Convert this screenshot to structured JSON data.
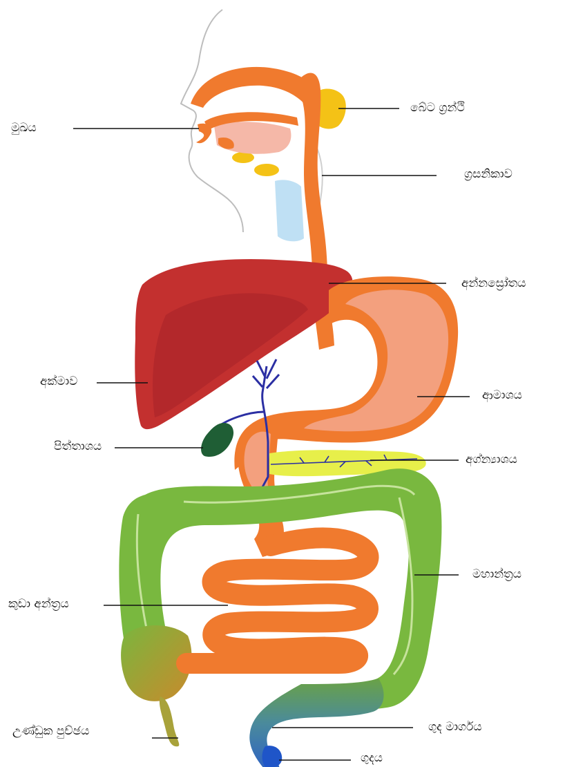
{
  "labels": {
    "salivary_glands": "බේට ග්‍රන්ථි",
    "mouth": "මුඛය",
    "pharynx": "ග්‍රසනිකාව",
    "esophagus": "අන්නස්‍රෝතය",
    "liver": "අක්මාව",
    "stomach": "ආමාශය",
    "gallbladder": "පිත්තාශය",
    "pancreas": "අග්න්‍යාශය",
    "large_intestine": "මහාන්ත්‍රය",
    "small_intestine": "කුඩා අන්ත්‍රය",
    "appendix": "උණ්ඩුක පුච්ඡය",
    "rectum": "ගුද මාර්ගය",
    "anus": "ගුදය"
  },
  "colors": {
    "digestive_tract": "#f07a2e",
    "stomach_inner": "#f3a07e",
    "liver": "#c3302f",
    "liver_shadow": "#a8232a",
    "gallbladder": "#1f5e35",
    "bile_duct": "#2b2fa3",
    "pancreas": "#e7ef4a",
    "colon": "#79b83f",
    "colon_dark": "#5c9b2c",
    "rectum": "#3c72b8",
    "salivary": "#f4c216",
    "trachea": "#9fd0ee",
    "mouth_inner": "#f5b8a8"
  }
}
